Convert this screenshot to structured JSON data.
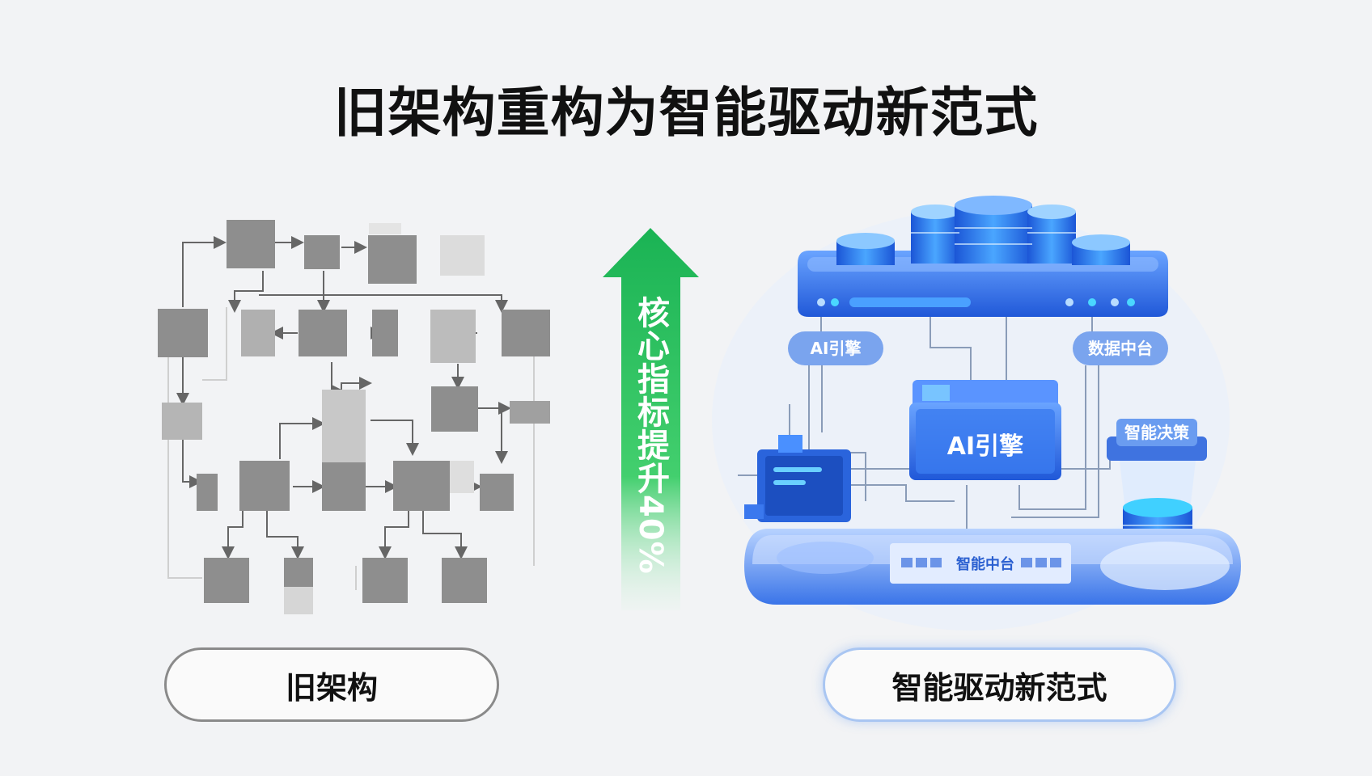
{
  "title": "旧架构重构为智能驱动新范式",
  "arrow_label": "核心指标提升40%",
  "old_label": "旧架构",
  "new_label": "智能驱动新范式",
  "new_arch": {
    "engine_tag": "AI引擎",
    "data_tag": "数据中台",
    "center_box": "AI引擎",
    "decision_tag": "智能决策",
    "platform_label": "智能中台"
  },
  "colors": {
    "blue": "#2f6fe6",
    "light_blue": "#5aa0ff",
    "green": "#22b84e",
    "gray_box": "#8e8e8e"
  }
}
